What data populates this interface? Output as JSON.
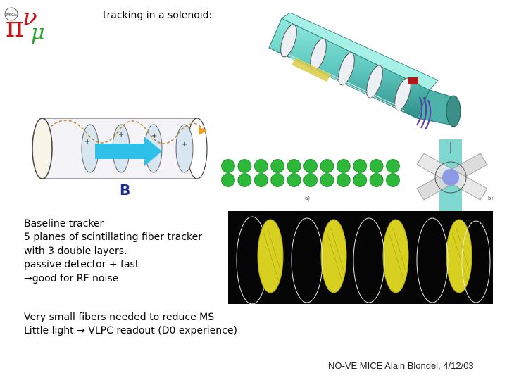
{
  "slide": {
    "title": "tracking in a solenoid:",
    "b_field_label": "B",
    "fiber_caption_a": "a)",
    "fiber_caption_b": "b)",
    "baseline_lines": [
      "Baseline tracker",
      "5 planes of scintillating fiber tracker",
      "with 3 double layers.",
      "passive detector + fast",
      "good for RF noise"
    ],
    "note_lines": [
      "Very small fibers needed to reduce MS",
      "Little light",
      "VLPC readout (D0 experience)"
    ],
    "footer": "NO-VE  MICE  Alain Blondel, 4/12/03"
  },
  "colors": {
    "fiber_green": "#2db83a",
    "tracker_teal": "#5ec9c0",
    "photo_yellow": "#d8d020",
    "arrow_cyan": "#2ec0e8"
  },
  "icons": [
    "mice-logo-icon",
    "arrow-right-icon"
  ]
}
